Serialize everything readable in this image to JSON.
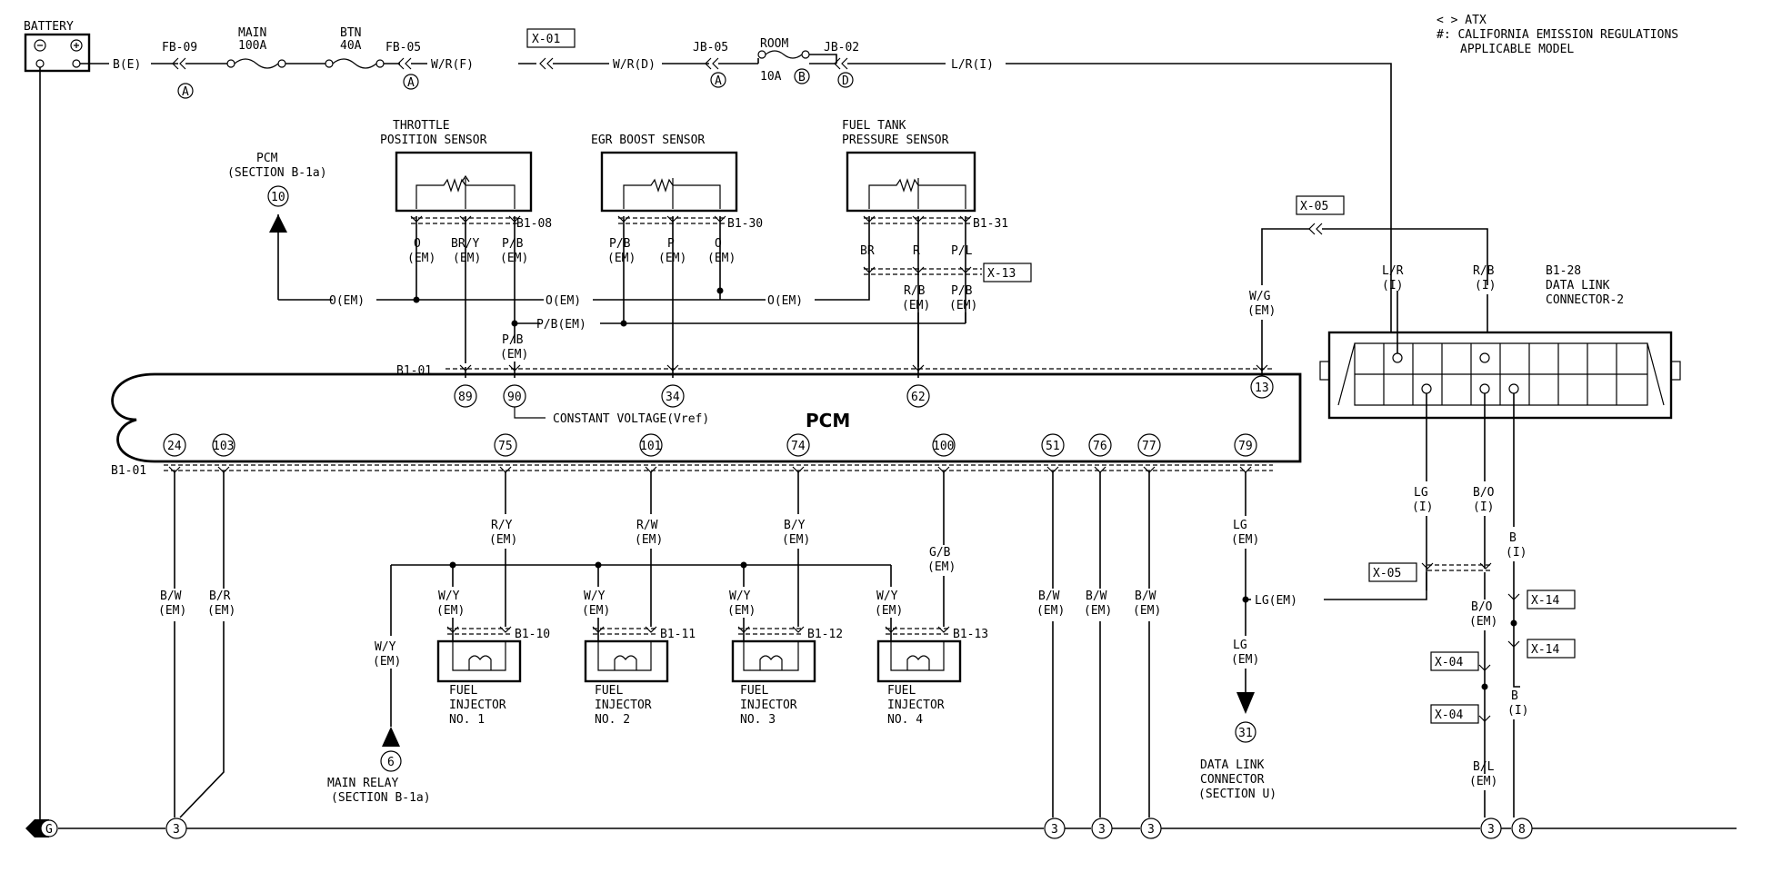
{
  "legend": {
    "atx": "< > ATX",
    "calif1": "#: CALIFORNIA EMISSION REGULATIONS",
    "calif2": "APPLICABLE MODEL"
  },
  "top": {
    "battery": "BATTERY",
    "b_e": "B(E)",
    "fb09": "FB-09",
    "main_a": "MAIN",
    "main_b": "100A",
    "btn_a": "BTN",
    "btn_b": "40A",
    "fb05": "FB-05",
    "wr_f": "W/R(F)",
    "x01": "X-01",
    "wr_d": "W/R(D)",
    "jb05": "JB-05",
    "room": "ROOM",
    "room_amp": "10A",
    "jb02": "JB-02",
    "lr_i": "L/R(I)",
    "circ_a": "A",
    "circ_b": "B",
    "circ_d": "D"
  },
  "sensors": {
    "tps_a": "THROTTLE",
    "tps_b": "POSITION SENSOR",
    "egr": "EGR BOOST SENSOR",
    "ftp_a": "FUEL TANK",
    "ftp_b": "PRESSURE SENSOR",
    "b108": "B1-08",
    "b130": "B1-30",
    "b131": "B1-31",
    "o": "O",
    "bry": "BR/Y",
    "pb": "P/B",
    "p": "P",
    "br": "BR",
    "r": "R",
    "pl": "P/L",
    "em": "(EM)",
    "x13": "X-13",
    "rb": "R/B",
    "o_em": "O(EM)",
    "pb_em": "P/B(EM)"
  },
  "pcm": {
    "label": "PCM",
    "ref_a": "PCM",
    "ref_b": "(SECTION B-1a)",
    "ref_num": "10",
    "b101": "B1-01",
    "vref": "CONSTANT VOLTAGE(Vref)",
    "top_pins": [
      "89",
      "90",
      "34",
      "62",
      "13"
    ],
    "bottom_pins": [
      "24",
      "103",
      "75",
      "101",
      "74",
      "100",
      "51",
      "76",
      "77",
      "79"
    ]
  },
  "injectors": {
    "ry": "R/Y",
    "rw": "R/W",
    "by": "B/Y",
    "gb": "G/B",
    "wy": "W/Y",
    "em": "(EM)",
    "b110": "B1-10",
    "b111": "B1-11",
    "b112": "B1-12",
    "b113": "B1-13",
    "fuel": "FUEL",
    "injector": "INJECTOR",
    "no1": "NO. 1",
    "no2": "NO. 2",
    "no3": "NO. 3",
    "no4": "NO. 4",
    "main_relay_a": "MAIN RELAY",
    "main_relay_b": "(SECTION B-1a)",
    "main_relay_num": "6"
  },
  "grounds": {
    "bw": "B/W",
    "br": "B/R",
    "em": "(EM)",
    "g": "G",
    "three": "3",
    "eight": "8"
  },
  "dlc": {
    "x05": "X-05",
    "wg": "W/G",
    "em": "(EM)",
    "lr": "L/R",
    "rb": "R/B",
    "i": "(I)",
    "title_a": "B1-28",
    "title_b": "DATA LINK",
    "title_c": "CONNECTOR-2",
    "lg": "LG",
    "bo": "B/O",
    "b": "B",
    "lg_em": "LG(EM)",
    "x14": "X-14",
    "x04": "X-04",
    "bl": "B/L",
    "dlc_num": "31",
    "dlc_a": "DATA LINK",
    "dlc_b": "CONNECTOR",
    "dlc_c": "(SECTION U)"
  }
}
